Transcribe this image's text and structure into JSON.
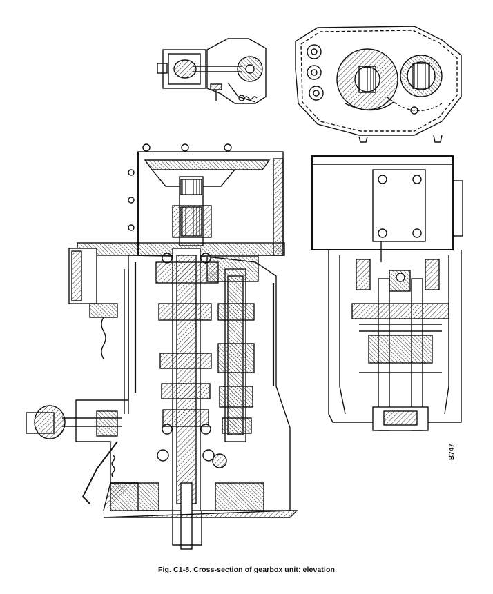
{
  "figure": {
    "caption": "Fig. C1-8.  Cross-section of gearbox unit: elevation",
    "drawing_code": "B747",
    "views": [
      "section-detail",
      "end-view",
      "main-section",
      "side-elevation"
    ]
  },
  "colors": {
    "ink": "#111111",
    "paper": "#ffffff",
    "hatch": "#333333"
  }
}
